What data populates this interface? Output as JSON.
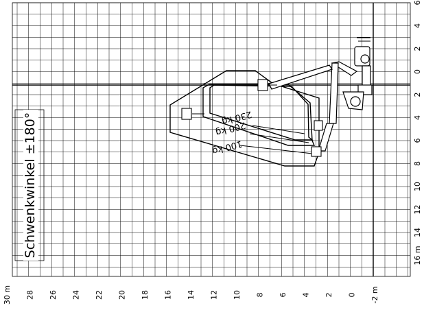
{
  "swing": {
    "label": "Schwenkwinkel ±180°"
  },
  "axes": {
    "bottom": {
      "ticks": [
        "30 m",
        "28",
        "26",
        "24",
        "22",
        "20",
        "18",
        "16",
        "14",
        "12",
        "10",
        "8",
        "6",
        "4",
        "2",
        "0",
        "-2 m"
      ]
    },
    "right": {
      "ticks": [
        "6",
        "4",
        "2",
        "0",
        "2",
        "4",
        "6",
        "8",
        "10",
        "12",
        "14",
        "16 m"
      ]
    }
  },
  "load_zones": [
    {
      "label": "100 kg"
    },
    {
      "label": "200 kg"
    },
    {
      "label": "230 kg"
    }
  ]
}
